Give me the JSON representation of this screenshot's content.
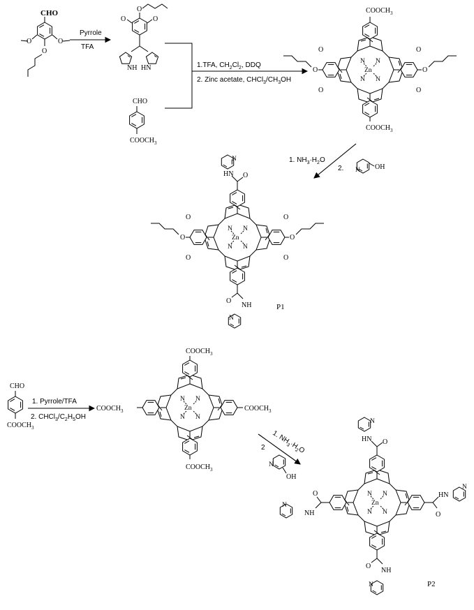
{
  "scheme": {
    "reagents_1": {
      "aldehyde_group": "CHO",
      "methoxy_left": "O",
      "methoxy_right": "O",
      "butoxy": "O"
    },
    "step1": {
      "line1": "Pyrrole",
      "line2": "TFA"
    },
    "dipyrromethane": {
      "nh_left": "NH",
      "nh_right": "HN",
      "ome_left": "O",
      "ome_right": "O",
      "butoxy": "O"
    },
    "benzaldehyde_ester": {
      "cho": "CHO",
      "ester": "COOCH",
      "ester_sub": "3"
    },
    "step2": {
      "line1": "1.TFA, CH",
      "line1_sub": "2",
      "line1_mid": "Cl",
      "line1_sub2": "2",
      "line1_end": ", DDQ",
      "line2": "2. Zinc acetate, CHCl",
      "line2_sub": "3",
      "line2_end": "/CH",
      "line2_sub2": "3",
      "line2_end2": "OH"
    },
    "porphyrin_A": {
      "ester_top": "COOCH",
      "ester_top_sub": "3",
      "ester_bottom": "COOCH",
      "ester_bottom_sub": "3",
      "metal": "Zn",
      "n": "N"
    },
    "step3": {
      "line1": "1. NH",
      "line1_sub": "3",
      "line1_end": "·H",
      "line1_sub2": "2",
      "line1_end2": "O",
      "line2": "2.",
      "pyridinol_n": "N",
      "pyridinol_oh": "OH"
    },
    "P1": {
      "label": "P1",
      "amide_top": "HN",
      "amide_bottom": "NH",
      "metal": "Zn",
      "n": "N",
      "o": "O"
    },
    "reagents_2": {
      "cho": "CHO",
      "ester": "COOCH",
      "ester_sub": "3"
    },
    "step4": {
      "line1": "1. Pyrrole/TFA",
      "line2": "2. CHCl",
      "line2_sub": "3",
      "line2_mid": "/C",
      "line2_sub2": "2",
      "line2_mid2": "H",
      "line2_sub3": "5",
      "line2_end": "OH"
    },
    "porphyrin_B": {
      "ester": "COOCH",
      "ester_sub": "3",
      "metal": "Zn",
      "n": "N"
    },
    "step5": {
      "line1": "1. NH",
      "line1_sub": "3",
      "line1_end": "·H",
      "line1_sub2": "2",
      "line1_end2": "O",
      "line2": "2",
      "pyridinol_n": "N",
      "pyridinol_oh": "OH"
    },
    "P2": {
      "label": "P2",
      "amide_nh": "NH",
      "amide_hn": "HN",
      "metal": "Zn",
      "n": "N",
      "o": "O"
    }
  }
}
